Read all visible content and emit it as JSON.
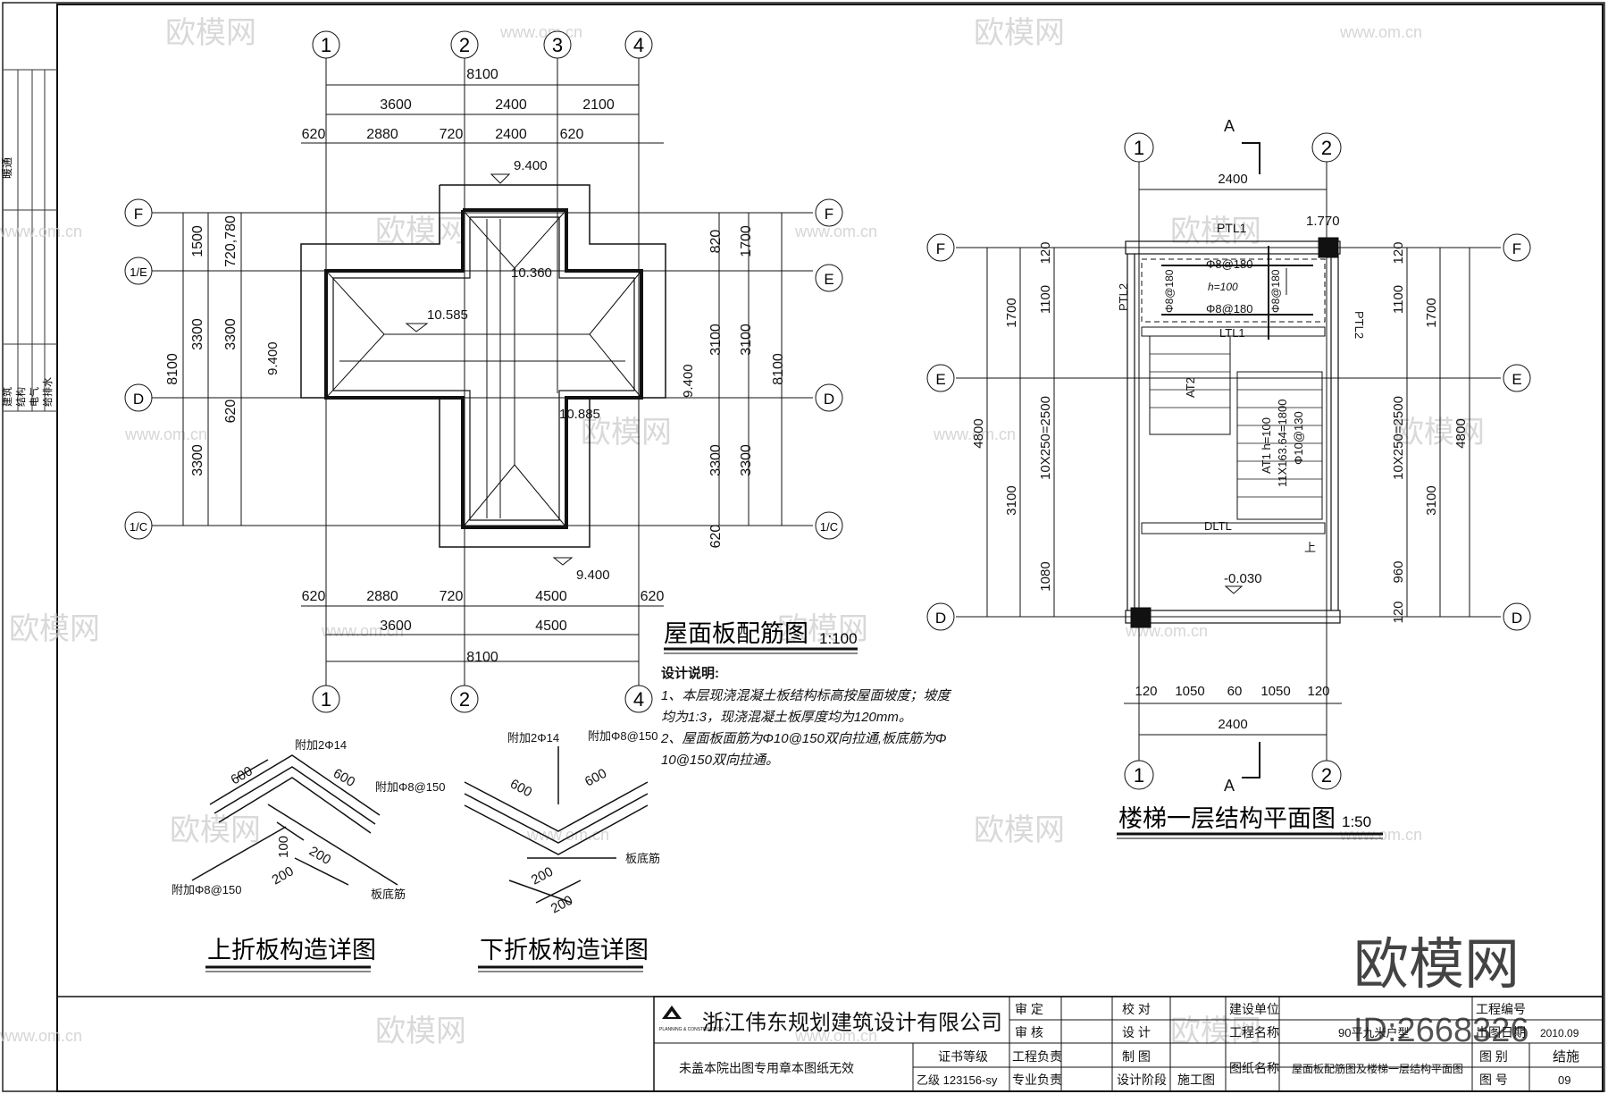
{
  "watermark": {
    "brand": "欧模网",
    "url": "www.om.cn",
    "corner_brand": "欧模网",
    "corner_id": "ID:2668326"
  },
  "left_strip": {
    "label_top": "暖通",
    "labels_bottom": [
      "建筑",
      "结构",
      "电气",
      "给排水"
    ]
  },
  "roof_plan": {
    "title": "屋面板配筋图",
    "scale": "1:100",
    "axes_top": [
      "1",
      "2",
      "3",
      "4"
    ],
    "axes_bottom": [
      "1",
      "2",
      "4"
    ],
    "axes_side": [
      "F",
      "1/E",
      "D",
      "1/C"
    ],
    "axes_right": [
      "F",
      "E",
      "D",
      "1/C"
    ],
    "dims_top_overall": "8100",
    "dims_top_mid": [
      "3600",
      "2400",
      "2100"
    ],
    "dims_top_fine": [
      "620",
      "2880",
      "720",
      "2400",
      "620"
    ],
    "dims_bottom_fine": [
      "620",
      "2880",
      "720",
      "4500",
      "620"
    ],
    "dims_bottom_mid": [
      "3600",
      "4500"
    ],
    "dims_bottom_overall": "8100",
    "dims_left_overall": "8100",
    "dims_left_mid": [
      "1500",
      "3300",
      "3300"
    ],
    "dims_left_fine": [
      "720,780",
      "3300",
      "620"
    ],
    "dims_right_fine": [
      "1700",
      "3100",
      "3300"
    ],
    "dims_right_fine2": [
      "820",
      "3100",
      "3300",
      "620"
    ],
    "dims_right_overall": "8100",
    "elevations": [
      "9.400",
      "10.360",
      "10.585",
      "9.400",
      "9.400",
      "10.885",
      "9.400"
    ]
  },
  "notes": {
    "heading": "设计说明:",
    "lines": [
      "1、本层现浇混凝土板结构标高按屋面坡度；坡度",
      "均为1:3，现浇混凝土板厚度均为120mm。",
      "2、屋面板面筋为Φ10@150双向拉通,板底筋为Φ",
      "10@150双向拉通。"
    ]
  },
  "detail_up": {
    "title": "上折板构造详图",
    "labels": [
      "附加2Φ14",
      "附加Φ8@150",
      "附加Φ8@150",
      "板底筋"
    ],
    "dims": [
      "600",
      "600",
      "100",
      "200",
      "200"
    ]
  },
  "detail_down": {
    "title": "下折板构造详图",
    "labels": [
      "附加2Φ14",
      "附加Φ8@150",
      "板底筋"
    ],
    "dims": [
      "600",
      "600",
      "200",
      "200"
    ]
  },
  "stair_plan": {
    "title": "楼梯一层结构平面图",
    "scale": "1:50",
    "section_mark": "A",
    "axes_top": [
      "1",
      "2"
    ],
    "axes_bottom": [
      "1",
      "2"
    ],
    "axes_side": [
      "F",
      "E",
      "D"
    ],
    "dim_top": "2400",
    "dim_bottom": "2400",
    "dims_bottom_fine": [
      "120",
      "1050",
      "60",
      "1050",
      "120"
    ],
    "left_dims_outer": "4800",
    "left_dims_mid": [
      "1700",
      "3100"
    ],
    "left_dims_inner": [
      "120",
      "1100",
      "10X250=2500",
      "1080"
    ],
    "right_dims_outer": "4800",
    "right_dims_mid": [
      "1700",
      "3100"
    ],
    "right_dims_inner": [
      "120",
      "1100",
      "10X250=2500",
      "960",
      "120"
    ],
    "labels": {
      "ptl1": "PTL1",
      "elev_top": "1.770",
      "rebar1": "Φ8@180",
      "h100": "h=100",
      "rebar2": "Φ8@180",
      "rebar_l": "Φ8@180",
      "rebar_r": "Φ8@180",
      "ptl2_l": "PTL2",
      "ptl2_r": "PTL2",
      "ltl1": "LTL1",
      "at2": "AT2",
      "at1": "AT1  h=100",
      "at1_b": "11X163.64=1800",
      "at1_c": "Φ10@130",
      "dltl": "DLTL",
      "up": "上",
      "elev_bot": "-0.030"
    }
  },
  "title_block": {
    "company": "浙江伟东规划建筑设计有限公司",
    "logo_text": "PLANNING & CONSTRUCTION",
    "stamp_note": "未盖本院出图专用章本图纸无效",
    "cert_label": "证书等级",
    "cert_value": "乙级 123156-sy",
    "roles_col1": [
      "审  定",
      "审  核",
      "工程负责",
      "专业负责"
    ],
    "roles_col2": [
      "校  对",
      "设  计",
      "制  图",
      "设计阶段"
    ],
    "stage_value": "施工图",
    "info_labels": [
      "建设单位",
      "工程名称",
      "图纸名称"
    ],
    "project_name": "90平九米户型",
    "drawing_name": "屋面板配筋图及楼梯一层结构平面图",
    "right_labels": [
      "工程编号",
      "出图日期",
      "图  别",
      "图  号"
    ],
    "date": "2010.09",
    "category": "结施",
    "number": "09"
  }
}
